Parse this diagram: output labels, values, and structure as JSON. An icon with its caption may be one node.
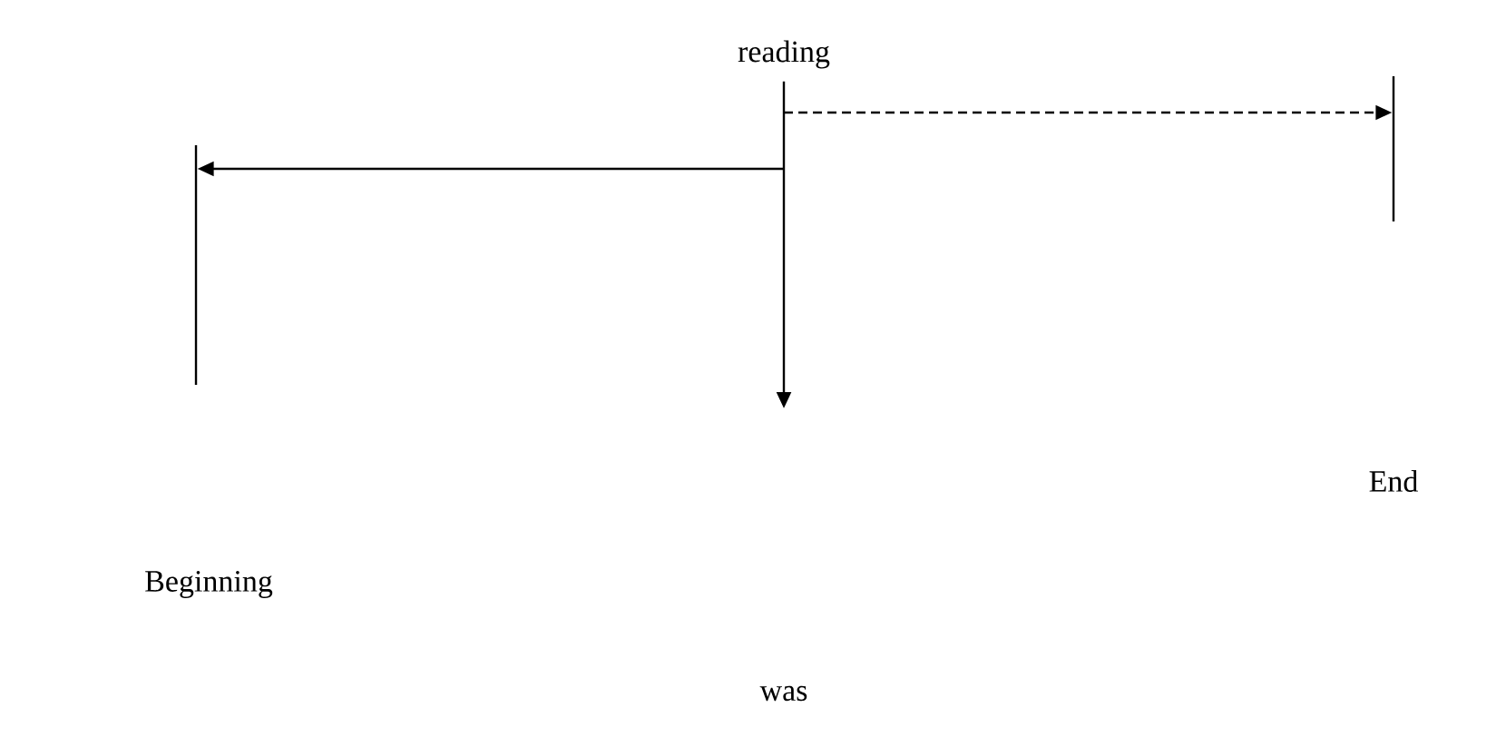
{
  "diagram": {
    "nodes": [
      {
        "text": [
          "reading"
        ]
      },
      {
        "text": [],
        "shape": "bar"
      },
      {
        "text": [],
        "shape": "bar"
      }
    ],
    "edges": [
      {
        "from": 0,
        "to": null,
        "arrow": "to"
      },
      {
        "from": 0,
        "to": 1,
        "arrow": "to"
      },
      {
        "from": 0,
        "to": 2,
        "arrow": "to",
        "style": "dashed"
      }
    ],
    "labels": [
      "End",
      "Beginning",
      "was"
    ]
  }
}
